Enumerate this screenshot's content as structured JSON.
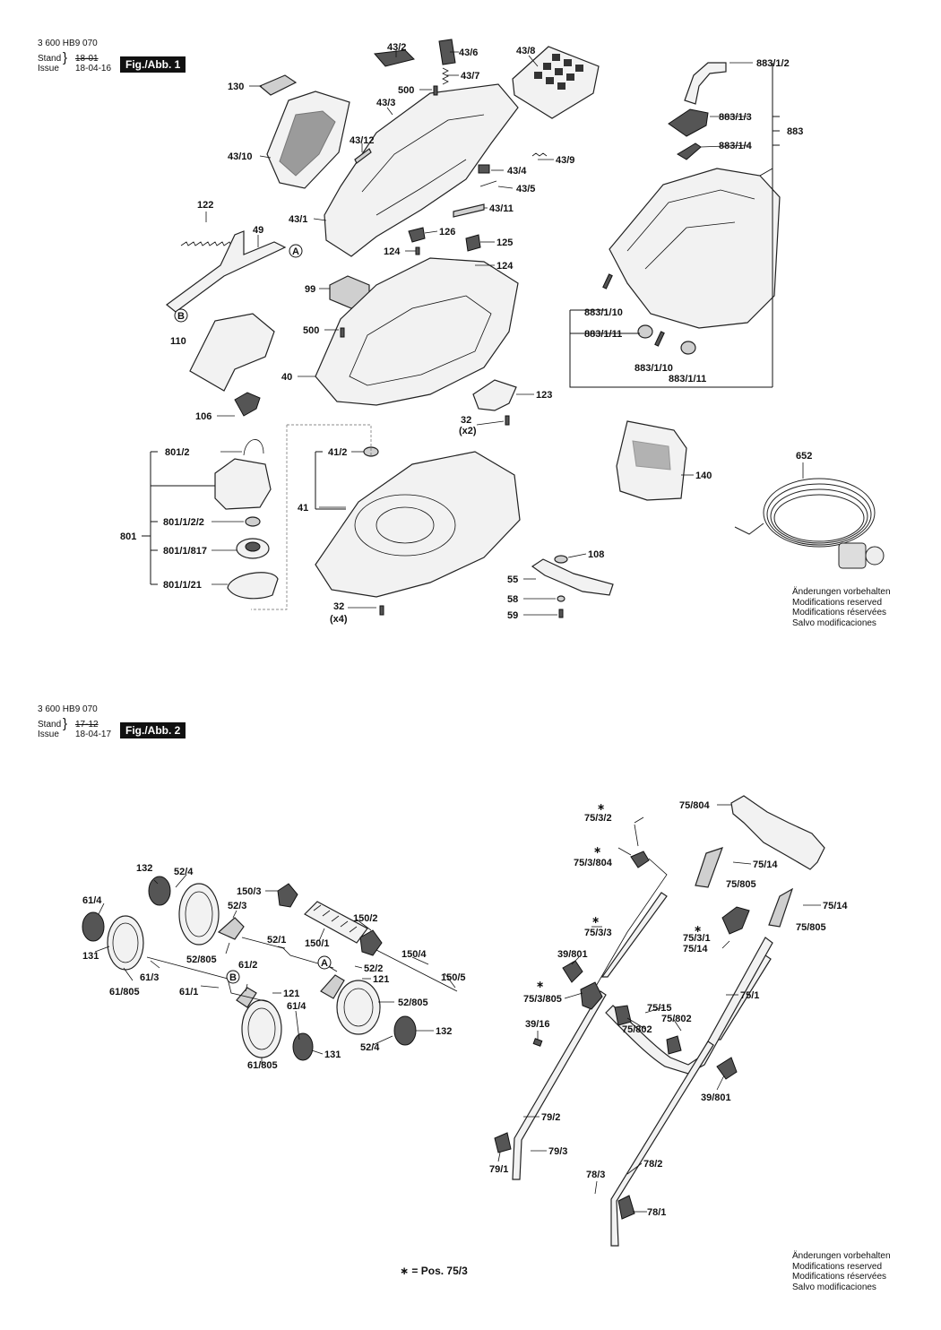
{
  "fig1": {
    "doc_number": "3 600 HB9 070",
    "stand_label": "Stand",
    "stand_value": "18-01",
    "issue_label": "Issue",
    "issue_value": "18-04-16",
    "fig_label": "Fig./Abb. 1"
  },
  "fig2": {
    "doc_number": "3 600 HB9 070",
    "stand_label": "Stand",
    "stand_value": "17-12",
    "issue_label": "Issue",
    "issue_value": "18-04-17",
    "fig_label": "Fig./Abb. 2"
  },
  "notice": [
    "Änderungen vorbehalten",
    "Modifications reserved",
    "Modifications réservées",
    "Salvo modificaciones"
  ],
  "footnote": "∗ = Pos. 75/3",
  "fig1_labels": [
    "43/2",
    "43/6",
    "43/8",
    "883/1/2",
    "130",
    "500",
    "43/7",
    "43/3",
    "883/1/3",
    "883",
    "43/12",
    "883/1/4",
    "43/10",
    "43/9",
    "43/4",
    "43/5",
    "122",
    "43/11",
    "43/1",
    "49",
    "126",
    "125",
    "124",
    "124",
    "A",
    "99",
    "883/1/10",
    "B",
    "883/1/11",
    "500",
    "110",
    "883/1/10",
    "883/1/11",
    "40",
    "123",
    "106",
    "32",
    "(x2)",
    "41/2",
    "652",
    "801/2",
    "140",
    "41",
    "801/1/2/2",
    "108",
    "801",
    "801/1/817",
    "55",
    "801/1/21",
    "58",
    "32",
    "59",
    "(x4)"
  ],
  "fig2_labels": [
    "∗",
    "75/3/2",
    "75/804",
    "∗",
    "75/3/804",
    "75/14",
    "132",
    "52/4",
    "75/805",
    "150/3",
    "75/14",
    "61/4",
    "52/3",
    "150/2",
    "75/805",
    "∗",
    "75/3/3",
    "∗",
    "75/3/1",
    "52/1",
    "150/1",
    "75/14",
    "131",
    "150/4",
    "52/805",
    "39/801",
    "61/3",
    "A",
    "52/2",
    "150/5",
    "61/2",
    "121",
    "B",
    "121",
    "52/805",
    "61/805",
    "61/1",
    "∗",
    "75/1",
    "75/3/805",
    "61/4",
    "75/15",
    "75/802",
    "39/16",
    "75/802",
    "132",
    "52/4",
    "61/805",
    "131",
    "39/801",
    "79/2",
    "79/3",
    "79/1",
    "78/2",
    "78/3",
    "78/1"
  ]
}
